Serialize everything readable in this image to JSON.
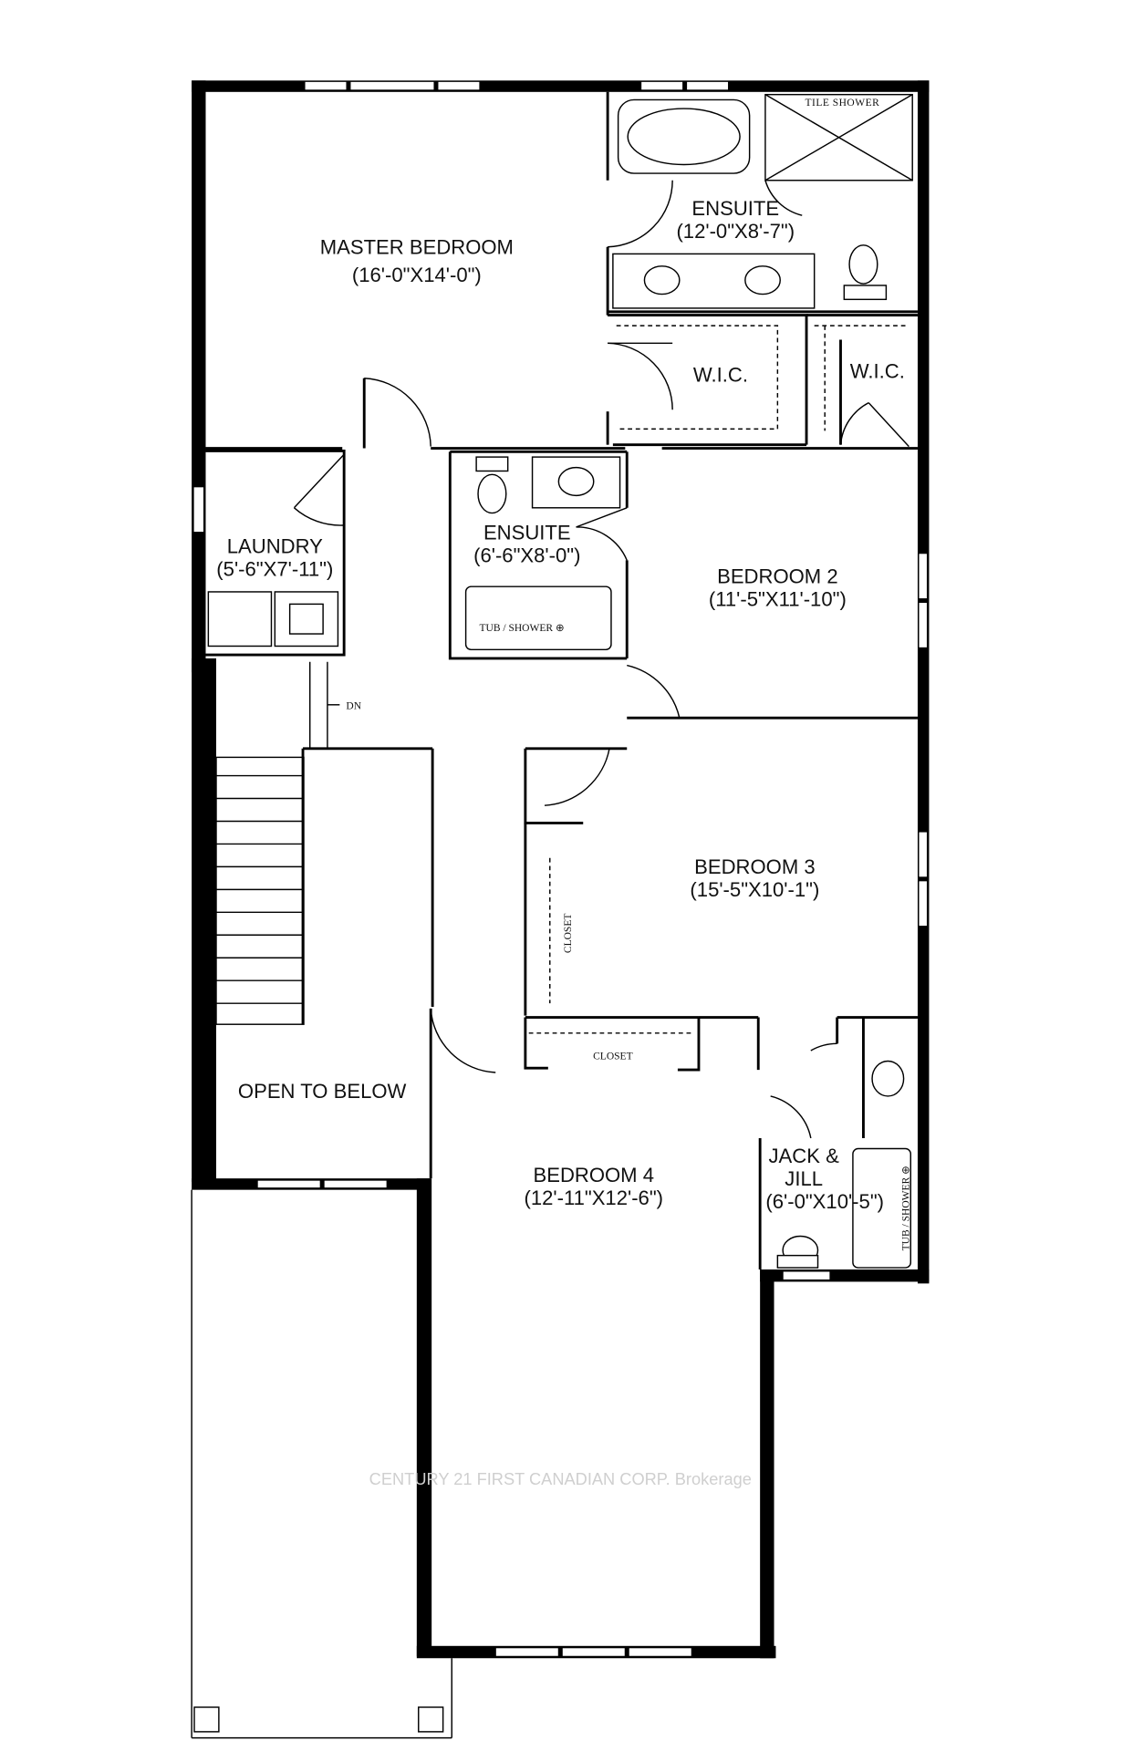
{
  "plan": {
    "rooms": {
      "master_bedroom": {
        "name": "MASTER BEDROOM",
        "dims": "(16'-0\"X14'-0\")"
      },
      "master_ensuite": {
        "name": "ENSUITE",
        "dims": "(12'-0\"X8'-7\")"
      },
      "wic_1": {
        "name": "W.I.C."
      },
      "wic_2": {
        "name": "W.I.C."
      },
      "laundry": {
        "name": "LAUNDRY",
        "dims": "(5'-6\"X7'-11\")"
      },
      "ensuite_2": {
        "name": "ENSUITE",
        "dims": "(6'-6\"X8'-0\")"
      },
      "bedroom_2": {
        "name": "BEDROOM 2",
        "dims": "(11'-5\"X11'-10\")"
      },
      "bedroom_3": {
        "name": "BEDROOM 3",
        "dims": "(15'-5\"X10'-1\")"
      },
      "open_to_below": {
        "name": "OPEN TO BELOW"
      },
      "bedroom_4": {
        "name": "BEDROOM 4",
        "dims": "(12'-11\"X12'-6\")"
      },
      "jack_jill": {
        "name_line1": "JACK &",
        "name_line2": "JILL",
        "dims": "(6'-0\"X10'-5\")"
      }
    },
    "fixtures": {
      "tile_shower": "TILE SHOWER",
      "tub_shower_1": "TUB / SHOWER ⊕",
      "tub_shower_2": "TUB / SHOWER ⊕",
      "closet_vertical": "CLOSET",
      "closet_horizontal": "CLOSET",
      "stair_direction": "DN"
    },
    "watermark": "CENTURY 21 FIRST CANADIAN CORP. Brokerage"
  }
}
